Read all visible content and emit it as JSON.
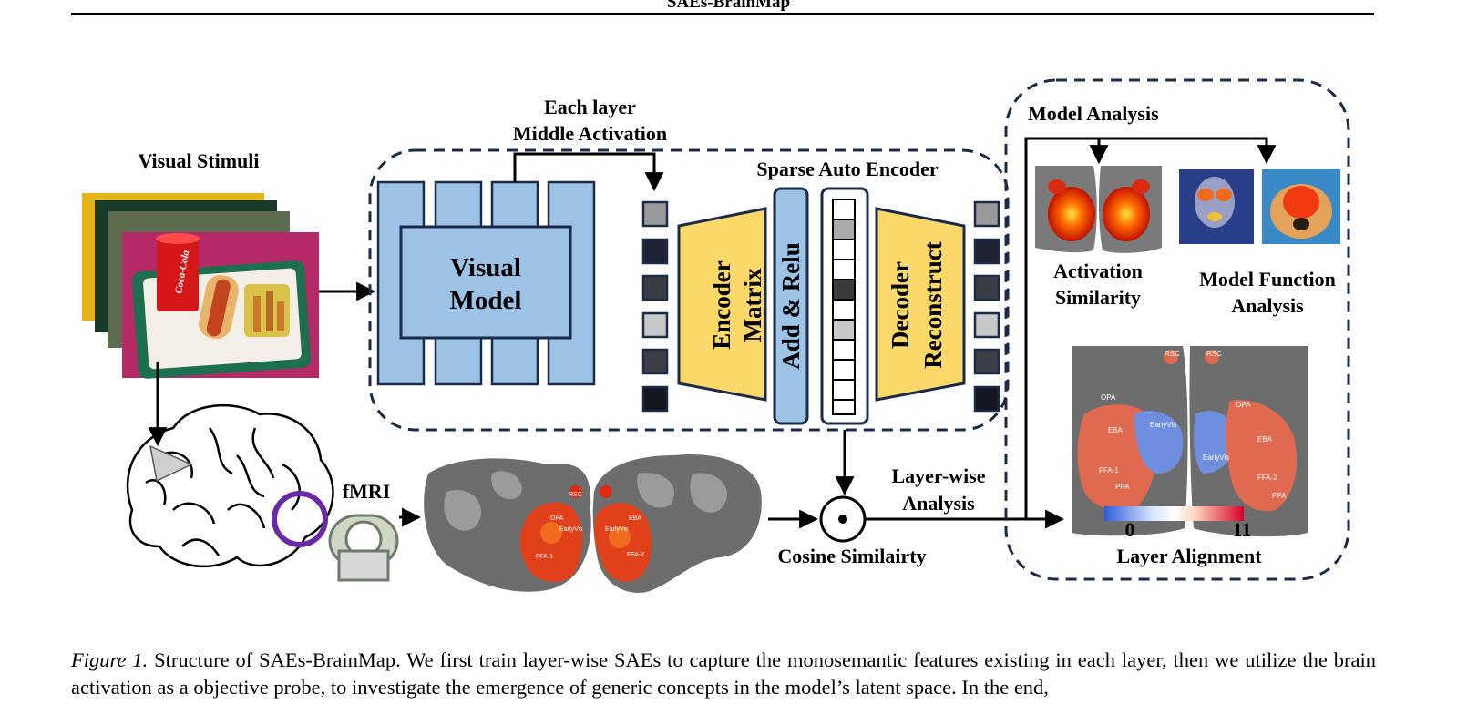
{
  "running_head": "SAEs-BrainMap",
  "diagram": {
    "visual_stimuli": "Visual Stimuli",
    "each_layer": "Each layer",
    "middle_activation": "Middle Activation",
    "sae_title": "Sparse Auto Encoder",
    "visual_model_l1": "Visual",
    "visual_model_l2": "Model",
    "encoder_l1": "Encoder",
    "encoder_l2": "Matrix",
    "add_relu": "Add & Relu",
    "decoder_l1": "Decoder",
    "decoder_l2": "Reconstruct",
    "fmri": "fMRI",
    "cosine": "Cosine Similairty",
    "layerwise_l1": "Layer-wise",
    "layerwise_l2": "Analysis",
    "model_analysis": "Model Analysis",
    "activation_l1": "Activation",
    "activation_l2": "Similarity",
    "function_l1": "Model Function",
    "function_l2": "Analysis",
    "scale_min": "0",
    "scale_max": "11",
    "layer_alignment": "Layer Alignment",
    "roi_labels": [
      "RSC",
      "OPA",
      "EBA",
      "EarlyVis",
      "FFA-1",
      "FFA-2",
      "PPA"
    ],
    "can_text": "Coca-Cola"
  },
  "caption": {
    "figure_label": "Figure 1.",
    "text": "Structure of SAEs-BrainMap. We first train layer-wise SAEs to capture the monosemantic features existing in each layer, then we utilize the brain activation as a objective probe, to investigate the emergence of generic concepts in the model’s latent space. In the end,"
  }
}
